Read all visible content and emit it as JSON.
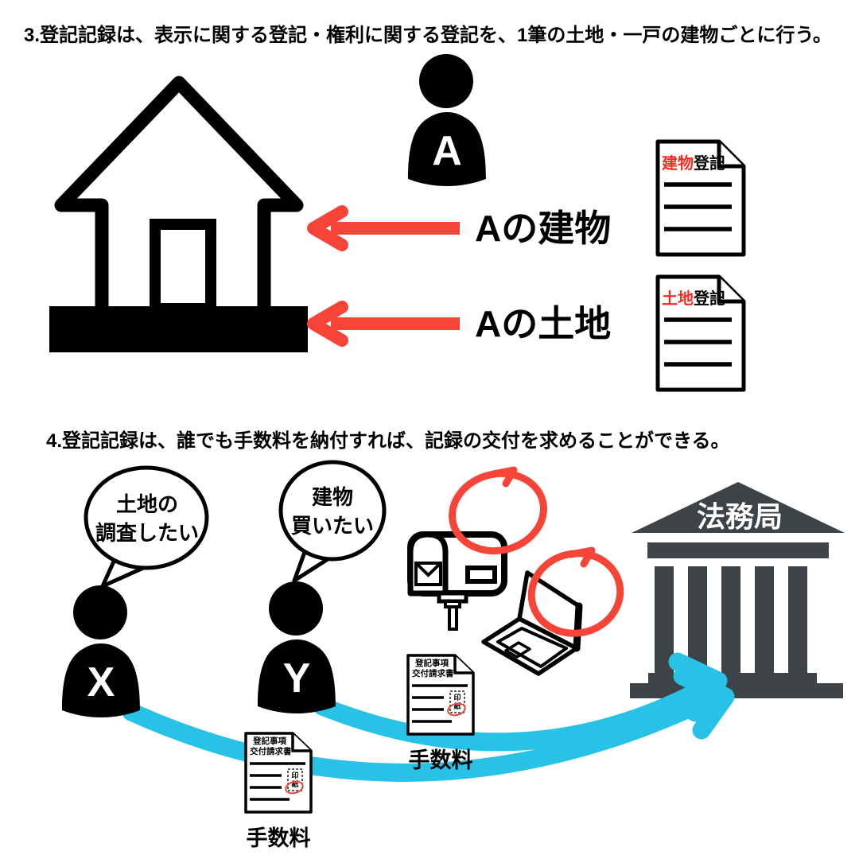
{
  "colors": {
    "accent_red": "#f74438",
    "cyan": "#28c2e6",
    "building_gray": "#3e4347",
    "ink": "#000000",
    "paper": "#ffffff"
  },
  "icons": {
    "house-icon": "outlined house on black land strip",
    "person-icon": "black person bust silhouette",
    "registry-doc-icon": "page with folded corner and ruled lines",
    "left-arrow-icon": "thick red arrow pointing left",
    "speech-bubble-icon": "outlined ellipse balloon with tail",
    "mailbox-icon": "outlined post mailbox with envelope",
    "laptop-icon": "outlined tilted open laptop",
    "emphasis-circle-icon": "hand-drawn red circle",
    "government-building-icon": "classical columned building",
    "stamp-icon": "dashed revenue-stamp box",
    "submission-arrow-icon": "thick cyan curved arrow"
  },
  "section3": {
    "title": "3.登記記録は、表示に関する登記・権利に関する登記を、1筆の土地・一戸の建物ごとに行う。",
    "person_label": "A",
    "building_label": "Aの建物",
    "land_label": "Aの土地",
    "building_doc": {
      "title_red": "建物",
      "title_black": "登記"
    },
    "land_doc": {
      "title_red": "土地",
      "title_black": "登記"
    }
  },
  "section4": {
    "title": "4.登記記録は、誰でも手数料を納付すれば、記録の交付を求めることができる。",
    "bubble_x": {
      "line1": "土地の",
      "line2": "調査したい"
    },
    "bubble_y": {
      "line1": "建物",
      "line2": "買いたい"
    },
    "person_x_label": "X",
    "person_y_label": "Y",
    "bureau_label": "法務局",
    "request_doc": {
      "header_line1": "登記事項",
      "header_line2": "交付請求書",
      "stamp_top": "印",
      "stamp_bottom": "紙"
    },
    "fee_label": "手数料"
  }
}
